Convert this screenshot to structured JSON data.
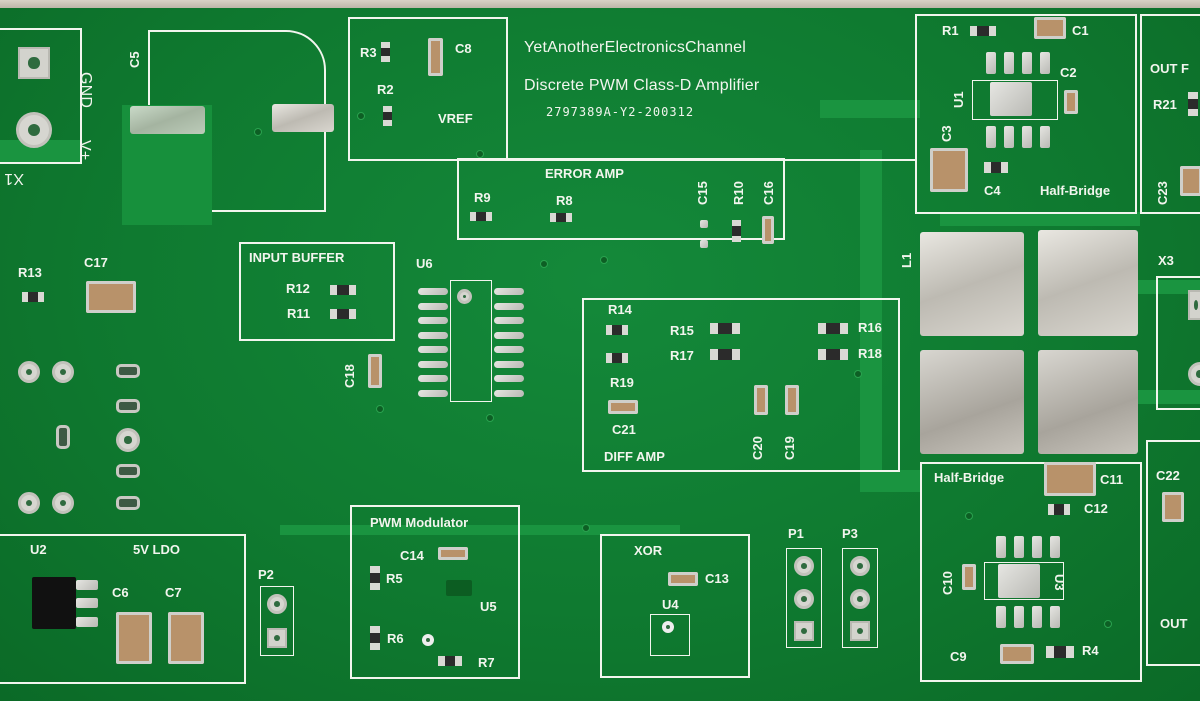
{
  "board": {
    "title_line1": "YetAnotherElectronicsChannel",
    "title_line2": "Discrete PWM Class-D Amplifier",
    "part_number": "2797389A-Y2-200312"
  },
  "sections": {
    "error_amp": "ERROR AMP",
    "input_buffer": "INPUT BUFFER",
    "diff_amp": "DIFF AMP",
    "pwm_modulator": "PWM Modulator",
    "xor": "XOR",
    "ldo": "5V LDO",
    "vref": "VREF",
    "half_bridge_top": "Half-Bridge",
    "half_bridge_bottom": "Half-Bridge"
  },
  "connectors": {
    "x1": "X1",
    "gnd": "GND",
    "vplus": "V+",
    "x3": "X3",
    "out_top": "OUT F",
    "out_bottom": "OUT",
    "p1": "P1",
    "p2": "P2",
    "p3": "P3",
    "l1": "L1"
  },
  "refdes": {
    "c5": "C5",
    "r3": "R3",
    "c8": "C8",
    "r2": "R2",
    "r9": "R9",
    "r8": "R8",
    "c15": "C15",
    "r10": "R10",
    "c16": "C16",
    "r13": "R13",
    "c17": "C17",
    "u6": "U6",
    "r12": "R12",
    "r11": "R11",
    "c18": "C18",
    "r14": "R14",
    "r15": "R15",
    "r16": "R16",
    "r17": "R17",
    "r18": "R18",
    "r19": "R19",
    "c21": "C21",
    "c20": "C20",
    "c19": "C19",
    "u2": "U2",
    "c6": "C6",
    "c7": "C7",
    "c14": "C14",
    "r5": "R5",
    "u5": "U5",
    "r6": "R6",
    "r7": "R7",
    "c13": "C13",
    "u4": "U4",
    "r1": "R1",
    "c1": "C1",
    "c2": "C2",
    "u1": "U1",
    "c3": "C3",
    "c4": "C4",
    "r21": "R21",
    "c23": "C23",
    "c11": "C11",
    "c12": "C12",
    "c10": "C10",
    "u3": "U3",
    "c9": "C9",
    "r4": "R4",
    "c22": "C22"
  }
}
